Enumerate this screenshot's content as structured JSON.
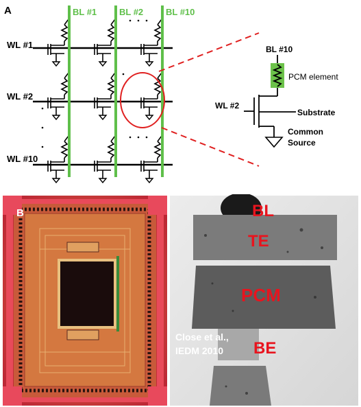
{
  "panel_a": {
    "letter": "A",
    "bitlines": [
      "BL #1",
      "BL #2",
      "BL #10"
    ],
    "wordlines": [
      "WL #1",
      "WL #2",
      "WL #10"
    ],
    "zoom": {
      "bitline": "BL #10",
      "element": "PCM element",
      "wordline": "WL #2",
      "substrate": "Substrate",
      "source_line1": "Common",
      "source_line2": "Source"
    }
  },
  "panel_b": {
    "letter": "B",
    "citation_line1": "Close et al.,",
    "citation_line2": "IEDM 2010",
    "layers": [
      "BL",
      "TE",
      "PCM",
      "BE"
    ]
  },
  "colors": {
    "bitline_green": "#5fbf4a",
    "zoom_red": "#e02020",
    "pcm_green": "#6cc24a",
    "label_red": "#e8141e"
  }
}
